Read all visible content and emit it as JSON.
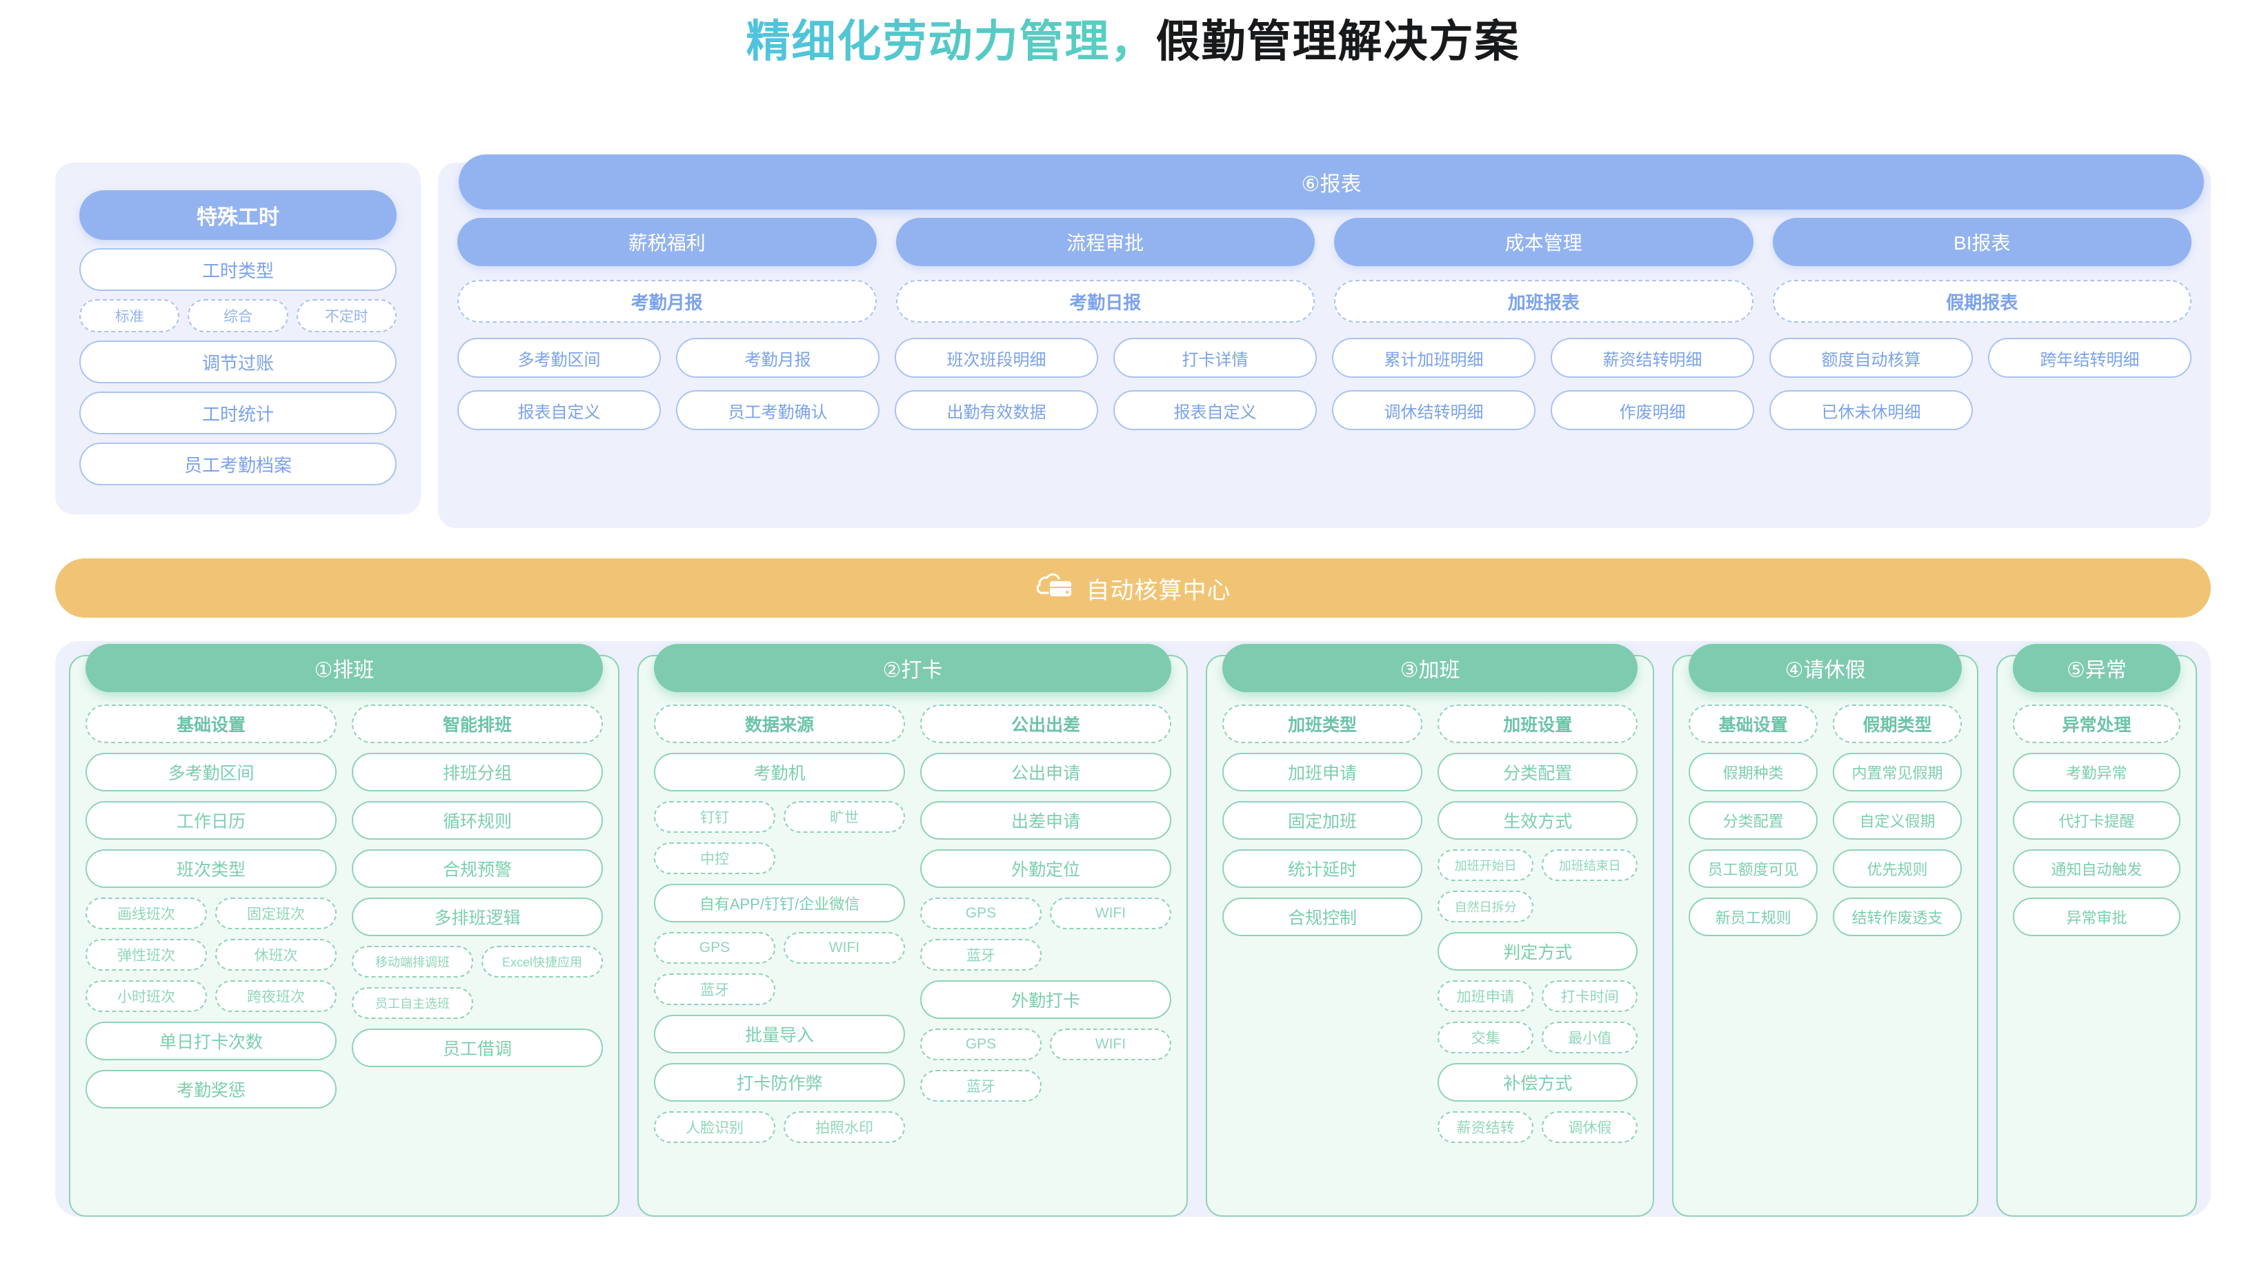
{
  "title": {
    "accent": "精细化劳动力管理，",
    "plain": "假勤管理解决方案"
  },
  "colors": {
    "blue": "#93b3f0",
    "blue_text": "#7ba2ec",
    "lavender_bg": "#eef0fc",
    "orange": "#f1c475",
    "green": "#7fcbb0",
    "green_border": "#8ed3b8",
    "green_bg": "#effaf4",
    "title_accent_start": "#4ec3e0",
    "title_accent_end": "#5ccfc0"
  },
  "special_hours": {
    "header": "特殊工时",
    "items": [
      "工时类型"
    ],
    "chips": [
      "标准",
      "综合",
      "不定时"
    ],
    "items_after": [
      "调节过账",
      "工时统计",
      "员工考勤档案"
    ]
  },
  "report": {
    "header": "⑥报表",
    "columns": [
      {
        "head": "薪税福利",
        "sub": "考勤月报",
        "pills": [
          "多考勤区间",
          "考勤月报",
          "报表自定义",
          "员工考勤确认"
        ]
      },
      {
        "head": "流程审批",
        "sub": "考勤日报",
        "pills": [
          "班次班段明细",
          "打卡详情",
          "出勤有效数据",
          "报表自定义"
        ]
      },
      {
        "head": "成本管理",
        "sub": "加班报表",
        "pills": [
          "累计加班明细",
          "薪资结转明细",
          "调休结转明细",
          "作废明细"
        ]
      },
      {
        "head": "BI报表",
        "sub": "假期报表",
        "pills": [
          "额度自动核算",
          "跨年结转明细",
          "已休未休明细",
          ""
        ]
      }
    ]
  },
  "auto_center": {
    "icon": "cloud-database-icon",
    "label": "自动核算中心"
  },
  "modules": [
    {
      "header": "①排班",
      "left": {
        "sub": "基础设置",
        "pills": [
          "多考勤区间",
          "工作日历",
          "班次类型"
        ],
        "chip_rows": [
          [
            "画线班次",
            "固定班次"
          ],
          [
            "弹性班次",
            "休班次"
          ],
          [
            "小时班次",
            "跨夜班次"
          ]
        ],
        "pills_after": [
          "单日打卡次数",
          "考勤奖惩"
        ]
      },
      "right": {
        "sub": "智能排班",
        "pills": [
          "排班分组",
          "循环规则",
          "合规预警",
          "多排班逻辑"
        ],
        "chip_rows": [
          [
            "移动端排调班",
            "Excel快捷应用"
          ],
          [
            "员工自主选班"
          ]
        ],
        "pills_after": [
          "员工借调"
        ]
      }
    },
    {
      "header": "②打卡",
      "left": {
        "sub": "数据来源",
        "pills": [
          "考勤机"
        ],
        "chip_rows": [
          [
            "钉钉",
            "旷世"
          ],
          [
            "中控"
          ]
        ],
        "pills_mid": [
          "自有APP/钉钉/企业微信"
        ],
        "chip_rows2": [
          [
            "GPS",
            "WIFI"
          ],
          [
            "蓝牙"
          ]
        ],
        "pills_after": [
          "批量导入",
          "打卡防作弊"
        ],
        "chip_rows3": [
          [
            "人脸识别",
            "拍照水印"
          ]
        ]
      },
      "right": {
        "sub": "公出出差",
        "pills": [
          "公出申请",
          "出差申请",
          "外勤定位"
        ],
        "chip_rows": [
          [
            "GPS",
            "WIFI"
          ],
          [
            "蓝牙"
          ]
        ],
        "pills_after": [
          "外勤打卡"
        ],
        "chip_rows2": [
          [
            "GPS",
            "WIFI"
          ],
          [
            "蓝牙"
          ]
        ]
      }
    },
    {
      "header": "③加班",
      "left": {
        "sub": "加班类型",
        "pills": [
          "加班申请",
          "固定加班",
          "统计延时",
          "合规控制"
        ]
      },
      "right": {
        "sub": "加班设置",
        "pills": [
          "分类配置",
          "生效方式"
        ],
        "chip_rows": [
          [
            "加班开始日",
            "加班结束日"
          ],
          [
            "自然日拆分"
          ]
        ],
        "pills_mid": [
          "判定方式"
        ],
        "chip_rows2": [
          [
            "加班申请",
            "打卡时间"
          ],
          [
            "交集",
            "最小值"
          ]
        ],
        "pills_after": [
          "补偿方式"
        ],
        "chip_rows3": [
          [
            "薪资结转",
            "调休假"
          ]
        ]
      }
    },
    {
      "header": "④请休假",
      "left": {
        "sub": "基础设置",
        "pills": [
          "假期种类",
          "分类配置",
          "员工额度可见",
          "新员工规则"
        ]
      },
      "right": {
        "sub": "假期类型",
        "pills": [
          "内置常见假期",
          "自定义假期",
          "优先规则",
          "结转作废透支"
        ]
      }
    },
    {
      "header": "⑤异常",
      "left": {
        "sub": "异常处理",
        "pills": [
          "考勤异常",
          "代打卡提醒",
          "通知自动触发",
          "异常审批"
        ]
      }
    }
  ]
}
